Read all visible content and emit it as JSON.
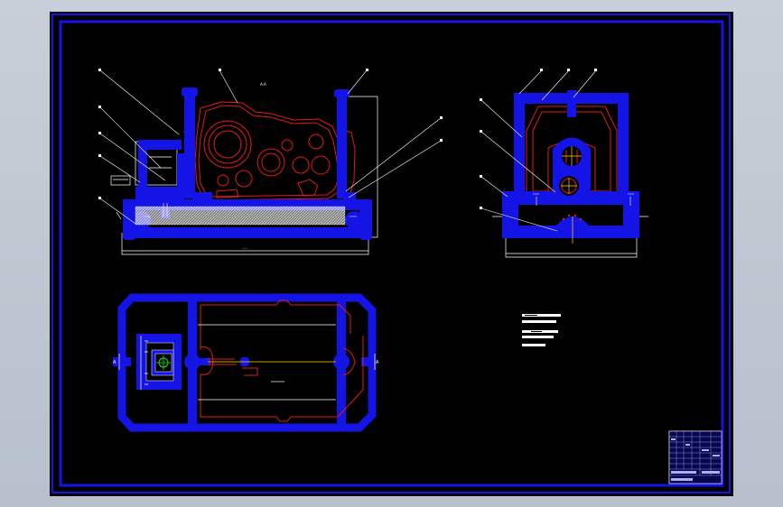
{
  "drawing": {
    "title": "",
    "colors": {
      "frame": "#1414e6",
      "part": "#e11a1a",
      "leader": "#ffffff",
      "center": "#ffd400",
      "mark": "#19e119",
      "background": "#000000",
      "viewer_background": "#bfc7d1"
    },
    "views": [
      {
        "name": "front-elevation"
      },
      {
        "name": "side-elevation"
      },
      {
        "name": "plan-view"
      }
    ],
    "section_label": "A-A",
    "section_marks": [
      "A",
      "A"
    ],
    "notes_block": {
      "lines": 5,
      "legible": false
    },
    "title_block": {
      "legible": false
    }
  }
}
